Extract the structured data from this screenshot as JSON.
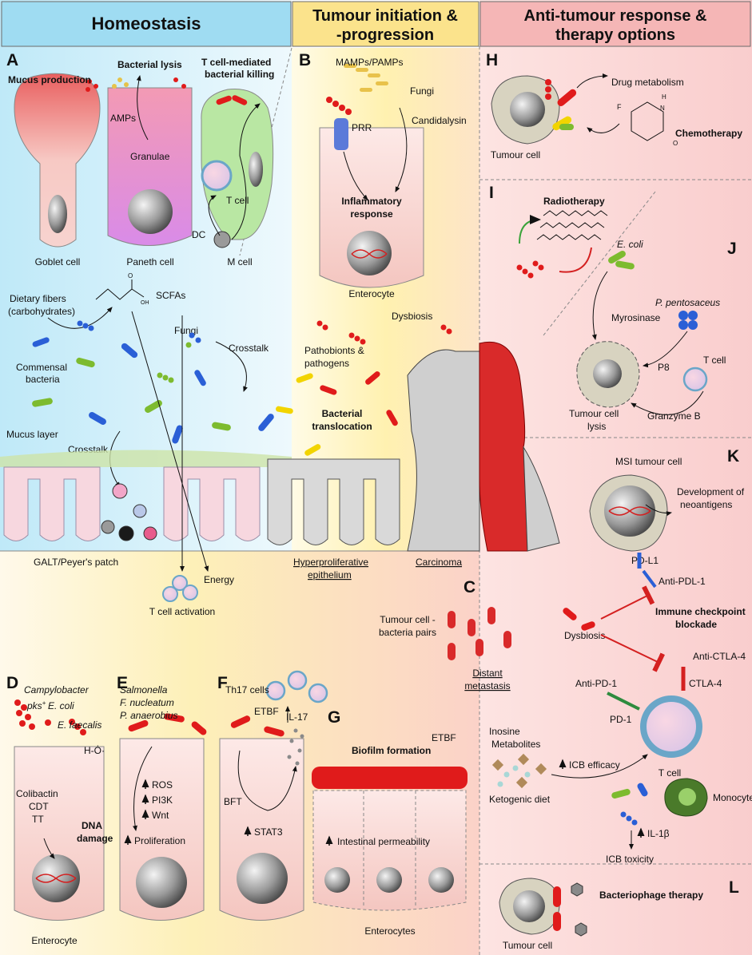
{
  "headers": {
    "homeostasis": "Homeostasis",
    "tumour_initiation_l1": "Tumour initiation &",
    "tumour_initiation_l2": "-progression",
    "anti_tumour_l1": "Anti-tumour response &",
    "anti_tumour_l2": "therapy options"
  },
  "panel_letters": [
    "A",
    "B",
    "C",
    "D",
    "E",
    "F",
    "G",
    "H",
    "I",
    "J",
    "K",
    "L"
  ],
  "panel_a": {
    "mucus_production": "Mucus production",
    "bacterial_lysis": "Bacterial lysis",
    "tcell_killing_l1": "T cell-mediated",
    "tcell_killing_l2": "bacterial killing",
    "amps": "AMPs",
    "granulae": "Granulae",
    "t_cell": "T cell",
    "dc": "DC",
    "goblet_cell": "Goblet cell",
    "paneth_cell": "Paneth cell",
    "m_cell": "M cell",
    "dietary_fibers": "Dietary fibers",
    "carbohydrates": "(carbohydrates)",
    "scfas": "SCFAs",
    "oh": "OH",
    "o": "O",
    "fungi": "Fungi",
    "crosstalk_top": "Crosstalk",
    "commensal_l1": "Commensal",
    "commensal_l2": "bacteria",
    "mucus_layer": "Mucus layer",
    "crosstalk_bottom": "Crosstalk",
    "galt": "GALT/Peyer's patch",
    "energy": "Energy",
    "tcell_activation": "T cell activation"
  },
  "panel_b": {
    "mamps": "MAMPs/PAMPs",
    "fungi": "Fungi",
    "prr": "PRR",
    "candidalysin": "Candidalysin",
    "inflammatory_l1": "Inflammatory",
    "inflammatory_l2": "response",
    "enterocyte": "Enterocyte"
  },
  "panel_c_middle": {
    "dysbiosis": "Dysbiosis",
    "pathobionts_l1": "Pathobionts &",
    "pathobionts_l2": "pathogens",
    "translocation_l1": "Bacterial",
    "translocation_l2": "translocation",
    "hyperproliferative_l1": "Hyperproliferative",
    "hyperproliferative_l2": "epithelium",
    "carcinoma": "Carcinoma",
    "pairs_l1": "Tumour cell -",
    "pairs_l2": "bacteria pairs",
    "distant_l1": "Distant",
    "distant_l2": "metastasis"
  },
  "panel_d": {
    "campylobacter": "Campylobacter",
    "pks": "pks",
    "pks_sup": "+",
    "ecoli": "E. coli",
    "efaecalis": "E. faecalis",
    "h2o2": "H-Ȯ·",
    "colibactin": "Colibactin",
    "cdt": "CDT",
    "tt": "TT",
    "dna_l1": "DNA",
    "dna_l2": "damage",
    "enterocyte": "Enterocyte"
  },
  "panel_e": {
    "salmonella": "Salmonella",
    "fnucleatum": "F. nucleatum",
    "panaerobius": "P. anaerobius",
    "ros": "ROS",
    "pi3k": "PI3K",
    "wnt": "Wnt",
    "proliferation": "Proliferation"
  },
  "panel_f": {
    "th17": "Th17 cells",
    "etbf": "ETBF",
    "il17": "IL-17",
    "bft": "BFT",
    "stat3": "STAT3"
  },
  "panel_g": {
    "biofilm": "Biofilm formation",
    "etbf": "ETBF",
    "permeability": "Intestinal permeability",
    "enterocytes": "Enterocytes"
  },
  "panel_h": {
    "drug_metabolism": "Drug metabolism",
    "chemotherapy": "Chemotherapy",
    "tumour_cell": "Tumour cell",
    "f": "F",
    "n": "N",
    "o": "O",
    "h": "H"
  },
  "panel_i": {
    "radiotherapy": "Radiotherapy"
  },
  "panel_j": {
    "ecoli": "E. coli",
    "ppentosaceus": "P. pentosaceus",
    "myrosinase": "Myrosinase",
    "t_cell": "T cell",
    "p8": "P8",
    "lysis_l1": "Tumour cell",
    "lysis_l2": "lysis",
    "granzyme": "Granzyme B"
  },
  "panel_k": {
    "msi": "MSI tumour cell",
    "neo_l1": "Development of",
    "neo_l2": "neoantigens",
    "pdl1": "PD-L1",
    "anti_pdl1": "Anti-PDL-1",
    "icb_l1": "Immune checkpoint",
    "icb_l2": "blockade",
    "dysbiosis": "Dysbiosis",
    "anti_ctla4": "Anti-CTLA-4",
    "anti_pd1": "Anti-PD-1",
    "ctla4": "CTLA-4",
    "pd1": "PD-1",
    "inosine": "Inosine",
    "metabolites": "Metabolites",
    "icb_efficacy": "ICB efficacy",
    "t_cell": "T cell",
    "ketogenic": "Ketogenic diet",
    "monocyte": "Monocyte",
    "il1b": "IL-1β",
    "icb_toxicity": "ICB toxicity"
  },
  "panel_l": {
    "bacteriophage": "Bacteriophage therapy",
    "tumour_cell": "Tumour cell"
  },
  "colors": {
    "homeostasis_header": "#9fdcf2",
    "tumour_header": "#fbe38c",
    "anti_header": "#f5b6b6",
    "bacteria_red": "#e01b1b",
    "bacteria_green": "#7dbb2f",
    "bacteria_blue": "#2a5fd6",
    "bacteria_yellow": "#f2d400"
  }
}
